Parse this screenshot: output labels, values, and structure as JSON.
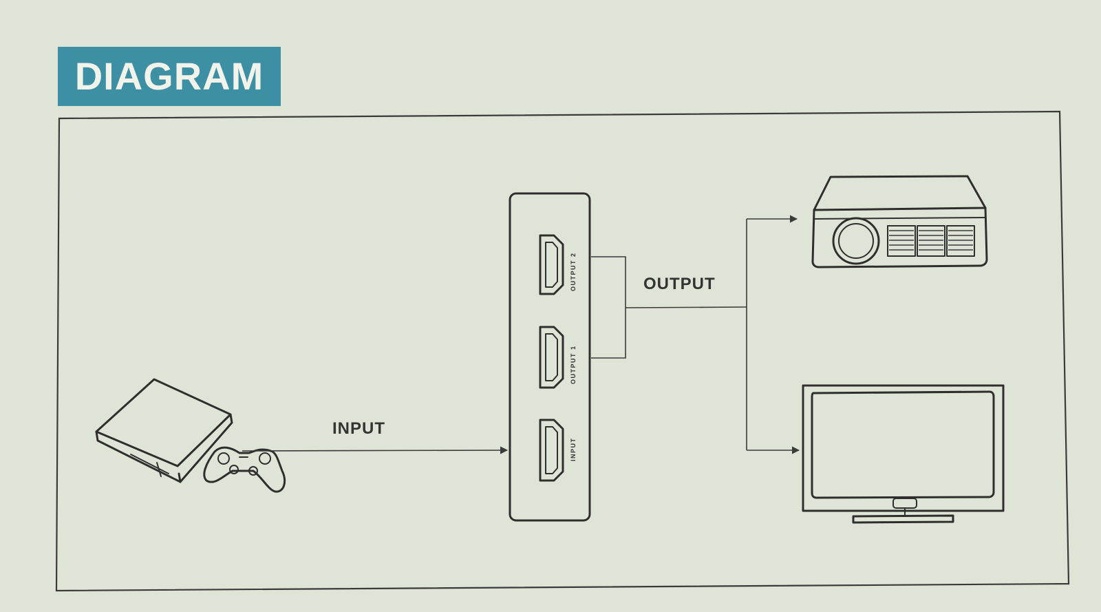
{
  "header": {
    "title": "DIAGRAM",
    "title_bg_color": "#3d8fa3",
    "title_text_color": "#f2f4ec"
  },
  "diagram": {
    "input_label": "INPUT",
    "output_label": "OUTPUT",
    "splitter_ports": [
      "OUTPUT 2",
      "OUTPUT 1",
      "INPUT"
    ],
    "devices": {
      "source": "game-console-icon",
      "controller": "gamepad-icon",
      "splitter": "hdmi-splitter-icon",
      "display_1": "projector-icon",
      "display_2": "tv-icon"
    },
    "background_color": "#dfe5d6",
    "line_color": "#3a3a3a"
  }
}
